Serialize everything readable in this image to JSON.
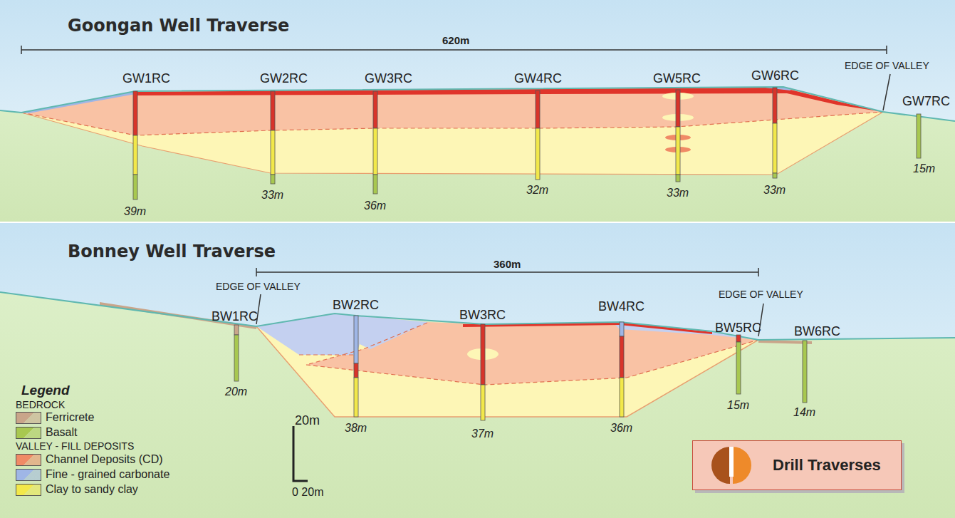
{
  "diagram": {
    "nodes": [
      {
        "text": [
          "Goongan Well Traverse"
        ]
      },
      {
        "text": [
          "Bonney Well Traverse"
        ]
      },
      {
        "text": [
          "Drill Traverses"
        ],
        "in": 1
      }
    ],
    "labels": [
      "620m",
      "GW1RC",
      "GW2RC",
      "GW3RC",
      "GW4RC",
      "GW5RC",
      "GW6RC",
      "EDGE OF VALLEY",
      "GW7RC",
      "39m",
      "33m",
      "36m",
      "32m",
      "33m",
      "33m",
      "15m",
      "360m",
      "EDGE OF VALLEY",
      "EDGE OF VALLEY",
      "BW1RC",
      "BW2RC",
      "BW3RC",
      "BW4RC",
      "BW5RC",
      "BW6RC",
      "20m",
      "38m",
      "37m",
      "36m",
      "15m",
      "14m",
      "Legend",
      "BEDROCK",
      "VALLEY - FILL DEPOSITS",
      "20m",
      "0 20m"
    ],
    "legend": [
      {
        "text": "Ferricrete",
        "color": "#c9a58a"
      },
      {
        "text": "Basalt",
        "color": "#a8c850"
      },
      {
        "text": "Channel Deposits (CD)",
        "color": "#f08a66"
      },
      {
        "text": "Fine - grained carbonate",
        "color": "#9fb6e6"
      },
      {
        "text": "Clay to sandy clay",
        "color": "#f2e84a"
      }
    ]
  }
}
